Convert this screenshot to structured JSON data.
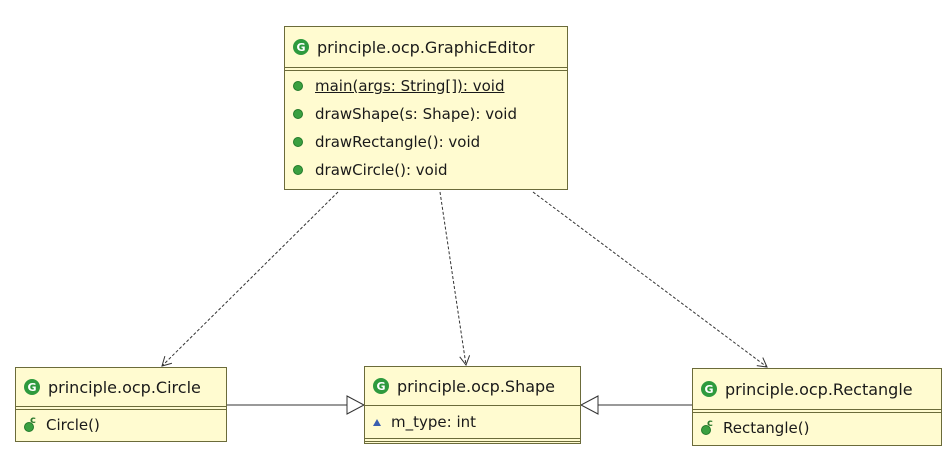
{
  "classes": {
    "editor": {
      "icon": "class-icon",
      "icon_letter": "G",
      "name": "principle.ocp.GraphicEditor",
      "methods": [
        {
          "label": "main(args: String[]): void",
          "static": true
        },
        {
          "label": "drawShape(s: Shape): void",
          "static": false
        },
        {
          "label": "drawRectangle(): void",
          "static": false
        },
        {
          "label": "drawCircle(): void",
          "static": false
        }
      ]
    },
    "circle": {
      "icon": "class-icon",
      "icon_letter": "G",
      "name": "principle.ocp.Circle",
      "constructor": "Circle()",
      "constructor_marker": "c"
    },
    "shape": {
      "icon": "class-icon",
      "icon_letter": "G",
      "name": "principle.ocp.Shape",
      "field": "m_type: int"
    },
    "rectangle": {
      "icon": "class-icon",
      "icon_letter": "G",
      "name": "principle.ocp.Rectangle",
      "constructor": "Rectangle()",
      "constructor_marker": "c"
    }
  },
  "relations": [
    {
      "from": "principle.ocp.GraphicEditor",
      "to": "principle.ocp.Circle",
      "type": "dependency"
    },
    {
      "from": "principle.ocp.GraphicEditor",
      "to": "principle.ocp.Shape",
      "type": "dependency"
    },
    {
      "from": "principle.ocp.GraphicEditor",
      "to": "principle.ocp.Rectangle",
      "type": "dependency"
    },
    {
      "from": "principle.ocp.Circle",
      "to": "principle.ocp.Shape",
      "type": "generalization"
    },
    {
      "from": "principle.ocp.Rectangle",
      "to": "principle.ocp.Shape",
      "type": "generalization"
    }
  ],
  "colors": {
    "box_fill": "#fffbd0",
    "box_border": "#6b6b3a",
    "class_icon": "#2e9a3e",
    "line": "#333333"
  }
}
